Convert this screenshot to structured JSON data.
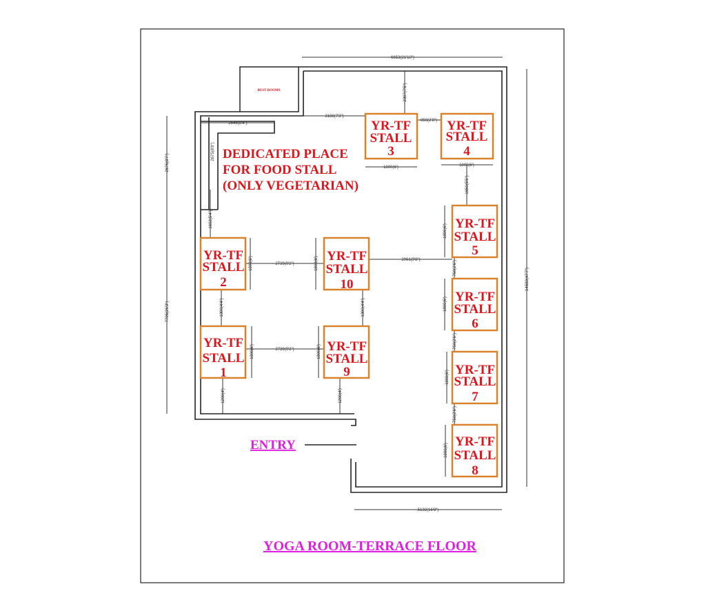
{
  "title": "YOGA ROOM-TERRACE FLOOR",
  "entry_label": "ENTRY",
  "rest_rooms_label": "REST ROOMS",
  "food_note": [
    "DEDICATED PLACE",
    "FOR FOOD STALL",
    "(ONLY VEGETARIAN)"
  ],
  "stall_prefix": [
    "YR-TF",
    "STALL"
  ],
  "stalls": [
    "1",
    "2",
    "3",
    "4",
    "5",
    "6",
    "7",
    "8",
    "9",
    "10"
  ],
  "colors": {
    "stall_border": "#d9822b",
    "stall_text": "#e0151b",
    "title": "#e020e0"
  },
  "dimensions": {
    "top_overall": "6653(21'10\")",
    "right_overall": "14580(47'7\")",
    "left_upper": "2675(8'7\")",
    "left_lower": "7705(25'3\")",
    "bottom_overall": "5132(16'8\")",
    "restroom_to_stall3": "2188(7'3\")",
    "food_width": "2545(8'4\")",
    "food_depth": "2675(8'8\")",
    "food_to_stall2": "1602(5'4\")",
    "top_to_stall3": "2307(7'5\")",
    "stall3_to_4": "850(2'8\")",
    "stall3_width": "1800(6')",
    "stall4_width": "1800(6')",
    "stall4_to_5": "1650(5'5\")",
    "stall_height": "1800(6')",
    "stall2_to_10": "2739(9'2\")",
    "stall1_to_9": "2739(9'2\")",
    "stall10_to_5": "2961(9'8\")",
    "stall_gap_v": "1300(4'4\")",
    "stall_gap_right": "750(2'6\")",
    "stall_to_wall": "1200(4')"
  }
}
